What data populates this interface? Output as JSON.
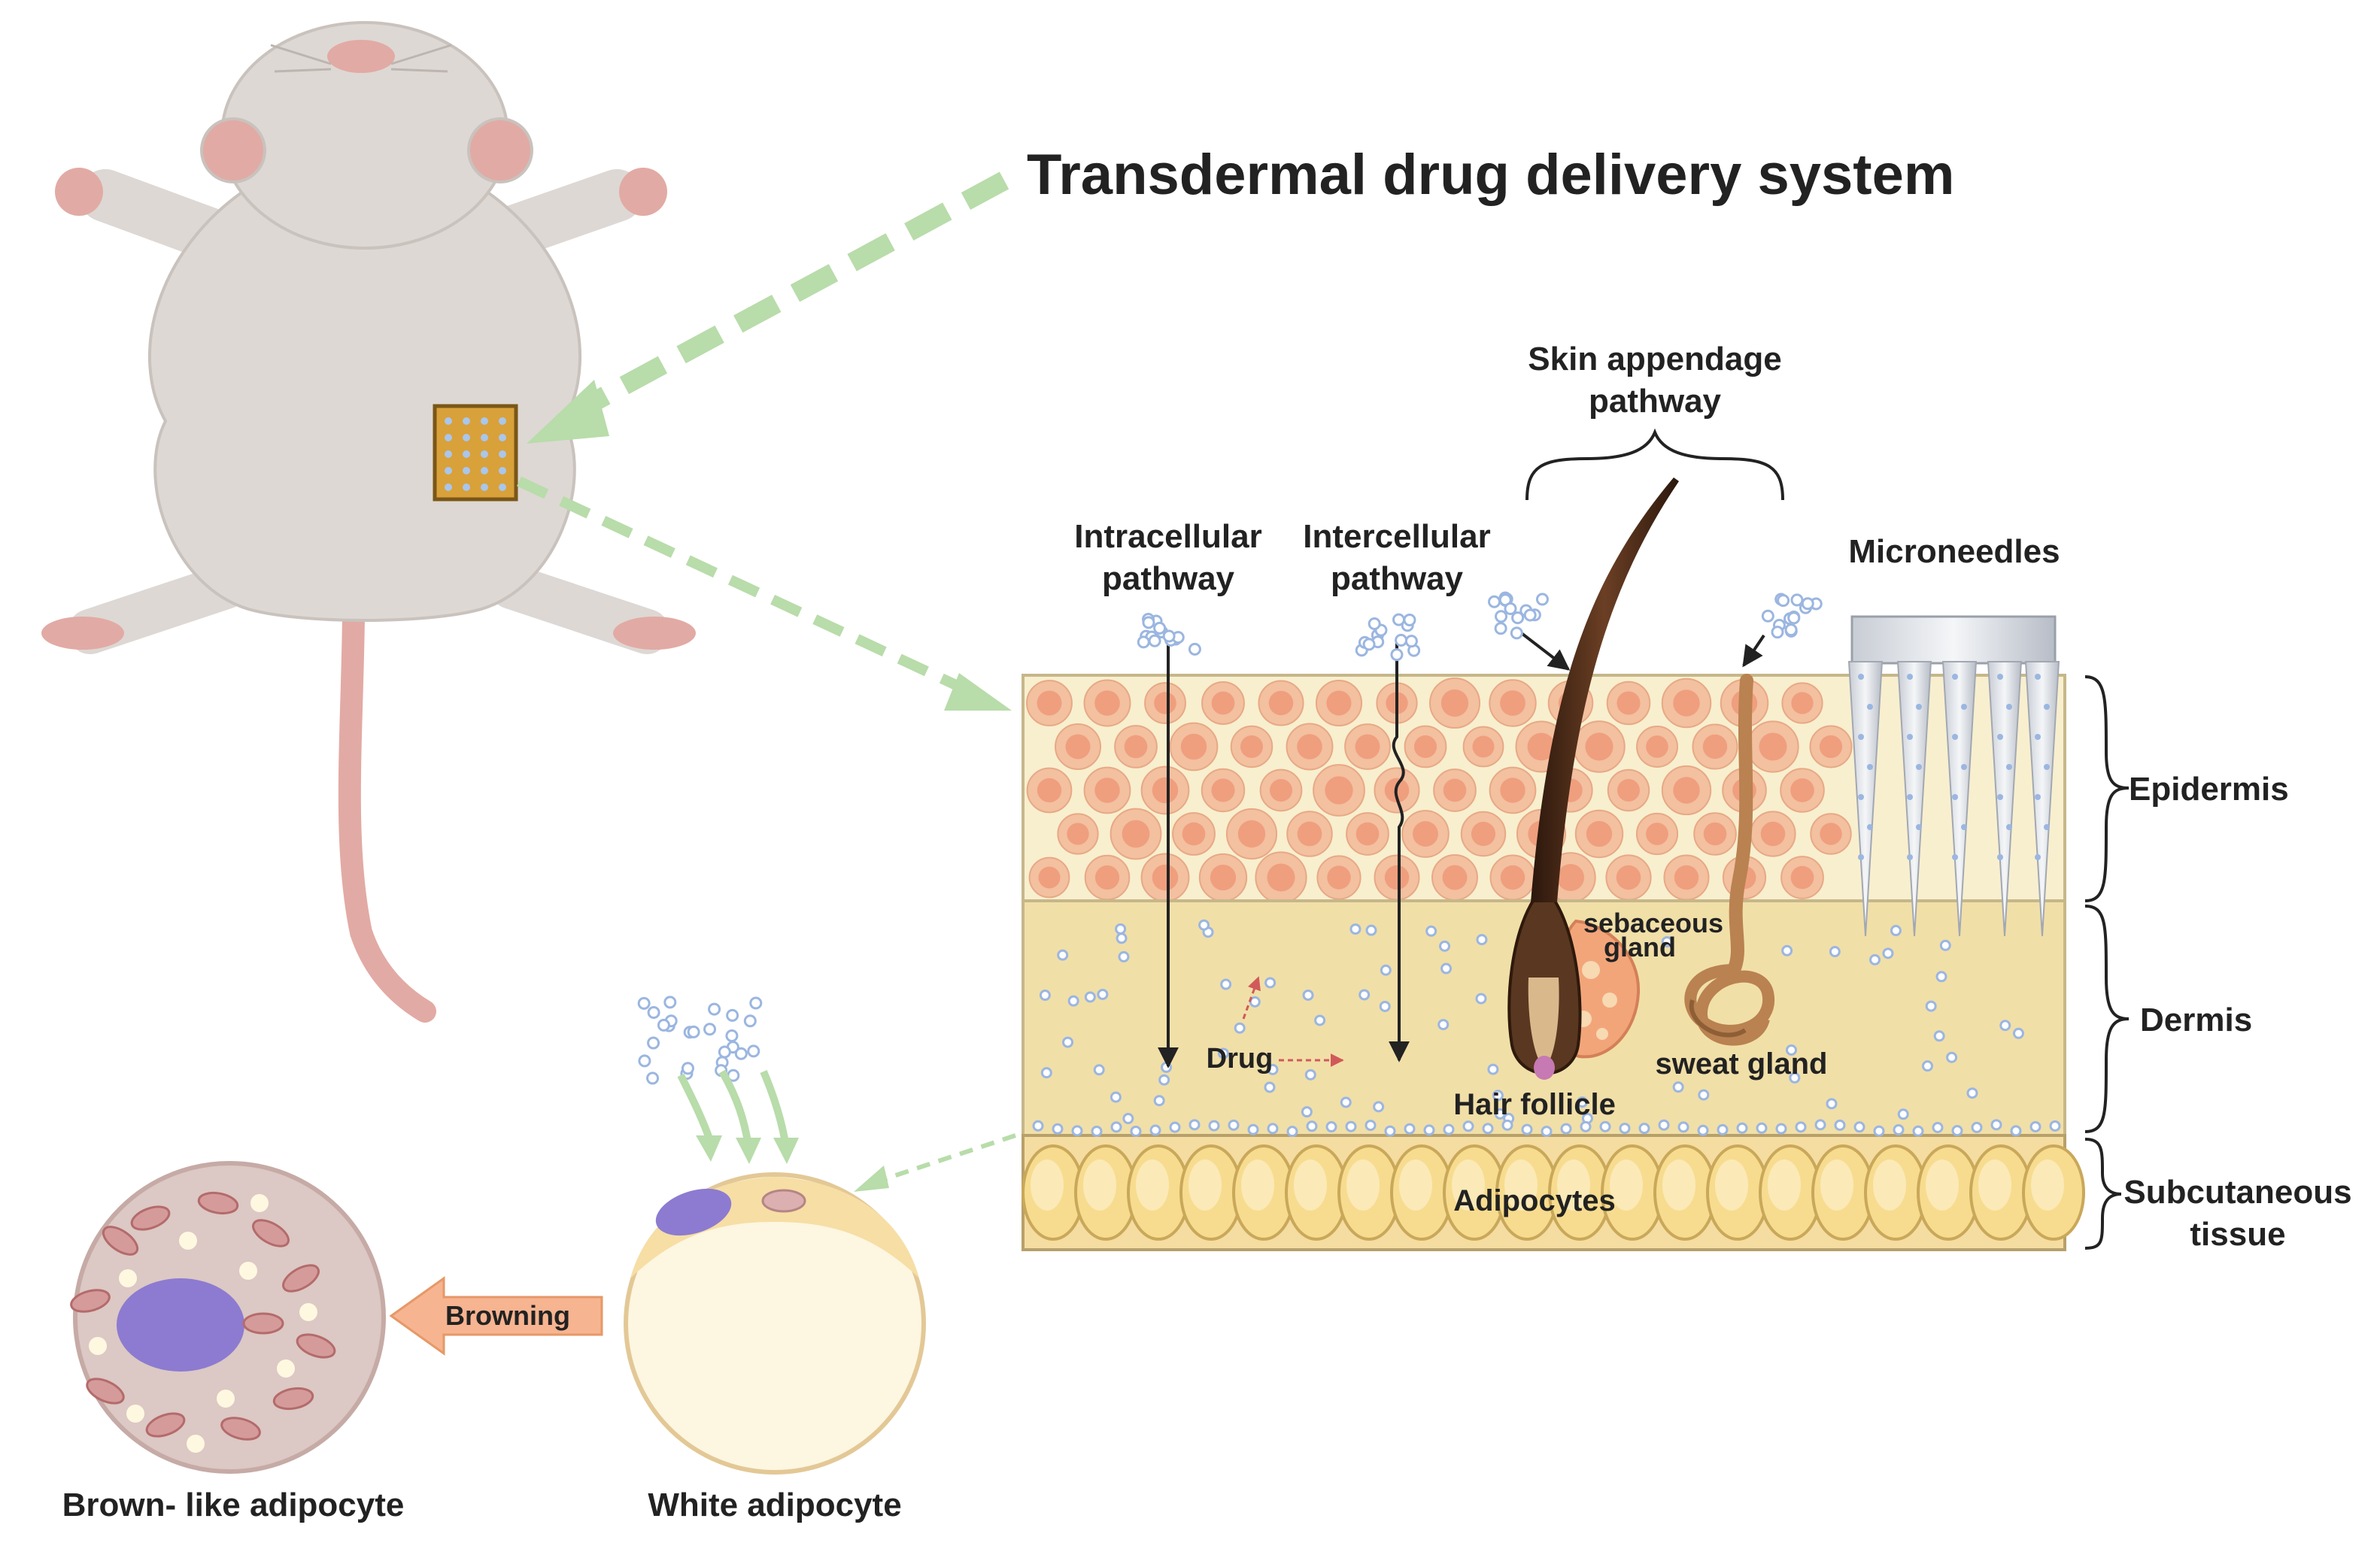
{
  "title": "Transdermal drug delivery system",
  "labels": {
    "skin_appendage_1": "Skin appendage",
    "skin_appendage_2": "pathway",
    "intracellular_1": "Intracellular",
    "intracellular_2": "pathway",
    "intercellular_1": "Intercellular",
    "intercellular_2": "pathway",
    "microneedles": "Microneedles",
    "epidermis": "Epidermis",
    "dermis": "Dermis",
    "subcutaneous_1": "Subcutaneous",
    "subcutaneous_2": "tissue",
    "sebaceous_1": "sebaceous",
    "sebaceous_2": "gland",
    "sweat_gland": "sweat gland",
    "hair_follicle": "Hair follicle",
    "drug": "Drug",
    "adipocytes": "Adipocytes",
    "browning": "Browning",
    "brown_adipocyte": "Brown- like adipocyte",
    "white_adipocyte": "White adipocyte"
  },
  "colors": {
    "arrow_green": "#b8dcaa",
    "epidermis_bg": "#f8efcf",
    "cell_fill": "#f3c0a0",
    "cell_core": "#ef9f7e",
    "dermis_bg": "#f1dfa8",
    "fat_bg": "#f5dca0",
    "drug_dot": "#9bb6e0",
    "hair": "#4a2a18",
    "brown_cell": "#dcc8c4",
    "nucleus": "#8c7bd0",
    "browning_arrow": "#f6b490",
    "mouse_body": "#ddd8d4",
    "mouse_pink": "#e2aaa4"
  }
}
